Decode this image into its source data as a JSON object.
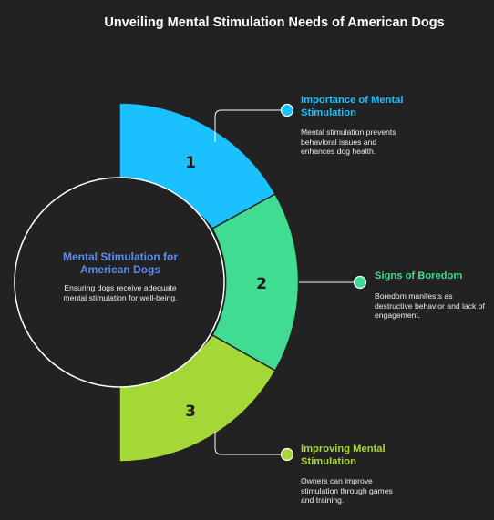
{
  "title": "Unveiling Mental Stimulation Needs of American Dogs",
  "center": {
    "title": "Mental Stimulation for American Dogs",
    "description": "Ensuring dogs receive adequate mental stimulation for well-being.",
    "title_color": "#5b8cf0"
  },
  "segments": [
    {
      "number": "1",
      "title": "Importance of Mental Stimulation",
      "description": "Mental stimulation prevents behavioral issues and enhances dog health.",
      "color": "#1ac1fd"
    },
    {
      "number": "2",
      "title": "Signs of Boredom",
      "description": "Boredom manifests as destructive behavior and lack of engagement.",
      "color": "#3fdc92"
    },
    {
      "number": "3",
      "title": "Improving Mental Stimulation",
      "description": "Owners can improve stimulation through games and training.",
      "color": "#a4d836"
    }
  ],
  "background": "#222222"
}
